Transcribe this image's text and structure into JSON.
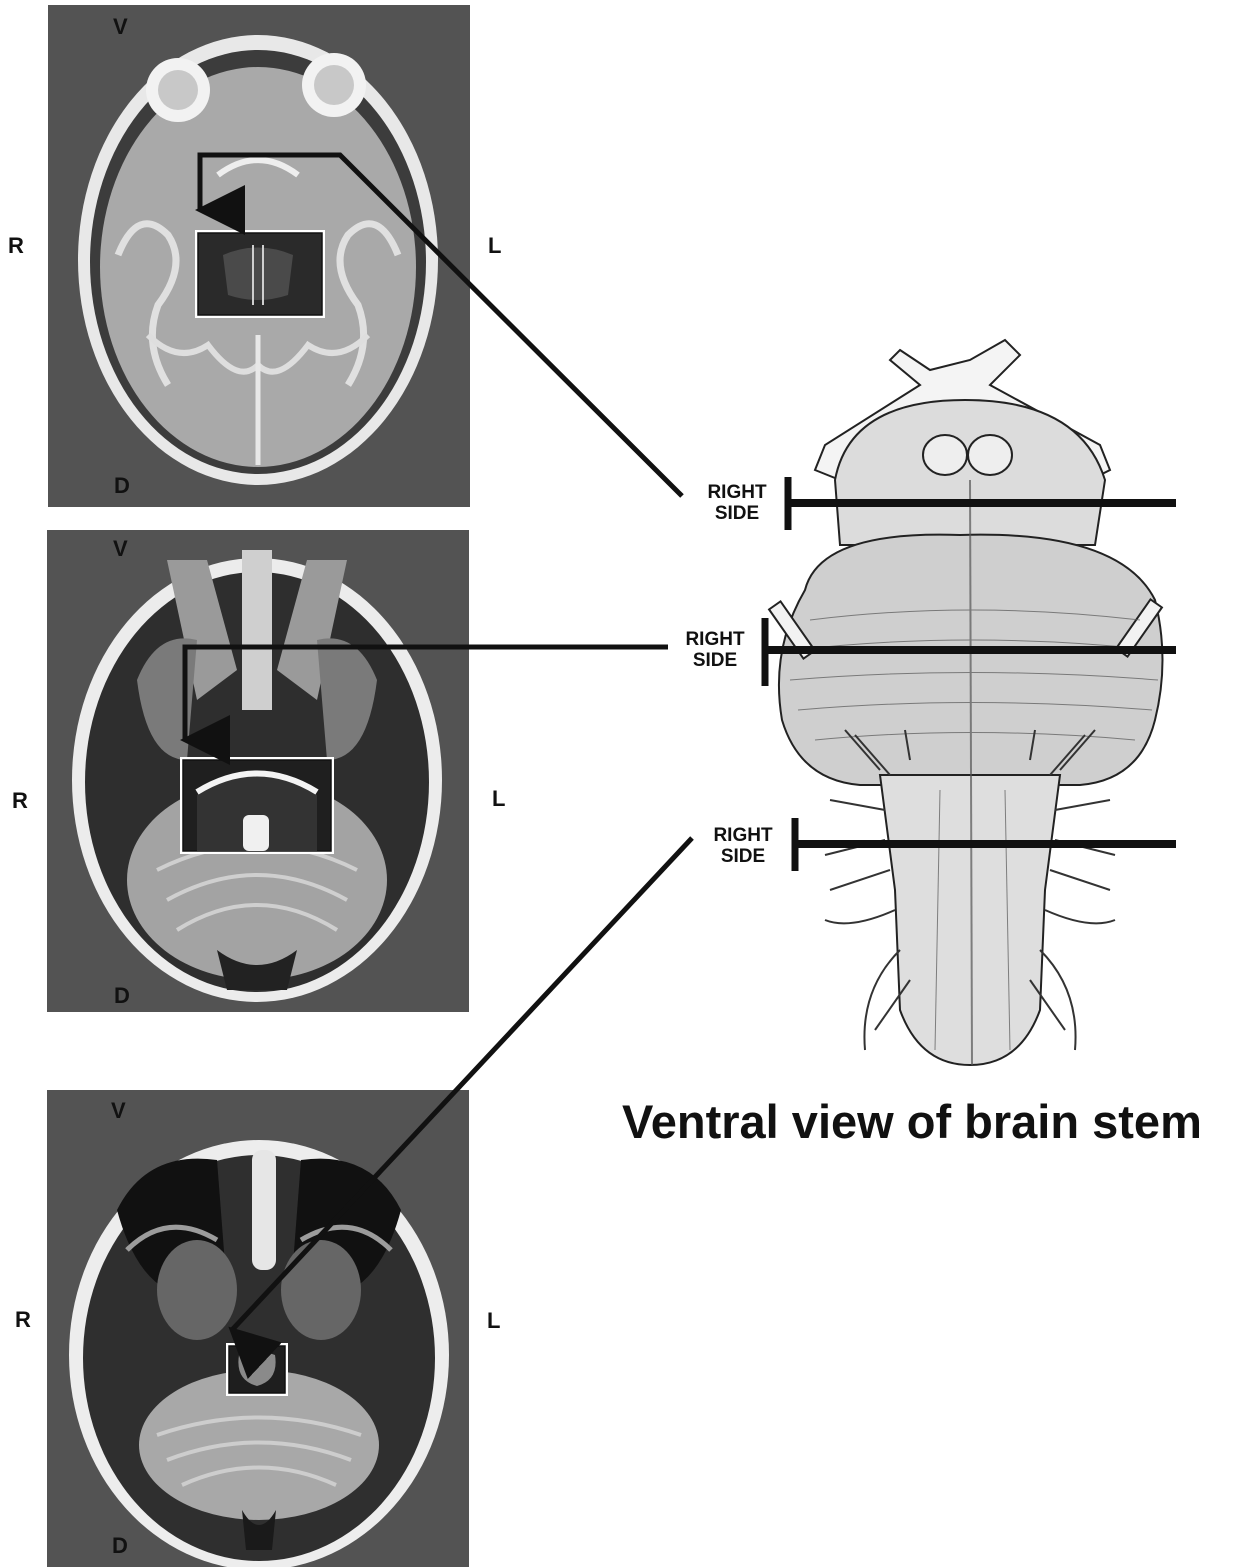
{
  "caption": "Ventral view of brain stem",
  "orientation": {
    "ventral": "V",
    "dorsal": "D",
    "right": "R",
    "left": "L"
  },
  "section_label_line1": "RIGHT",
  "section_label_line2": "SIDE",
  "colors": {
    "panel_background": "#535353",
    "line": "#111111",
    "drawing_fill": "#d8d8d8"
  }
}
